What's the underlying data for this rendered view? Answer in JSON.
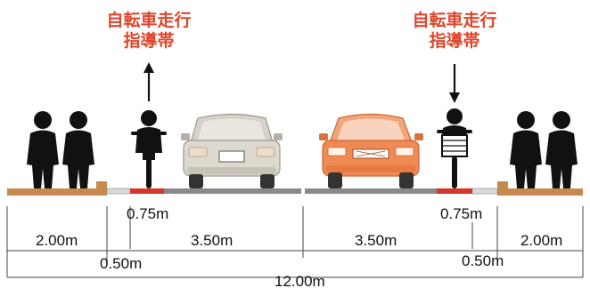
{
  "labels": {
    "lane_left": [
      "自転車走行",
      "指導帯"
    ],
    "lane_right": [
      "自転車走行",
      "指導帯"
    ]
  },
  "dimensions": {
    "sidewalk_left": "2.00m",
    "buffer_left": "0.50m",
    "bikelane_left": "0.75m",
    "carriageway_left": "3.50m",
    "carriageway_right": "3.50m",
    "bikelane_right": "0.75m",
    "buffer_right": "0.50m",
    "sidewalk_right": "2.00m",
    "total": "12.00m"
  },
  "colors": {
    "label": "#e0452a",
    "bike_lane": "#d8352a",
    "sidewalk": "#c8894f",
    "road": "#8a8a8a",
    "gutter": "#d9d9d9",
    "car_left": "#ddd9cf",
    "car_right": "#f08a55",
    "figure": "#111111"
  },
  "directions": {
    "left_arrow": "up",
    "right_arrow": "down"
  }
}
